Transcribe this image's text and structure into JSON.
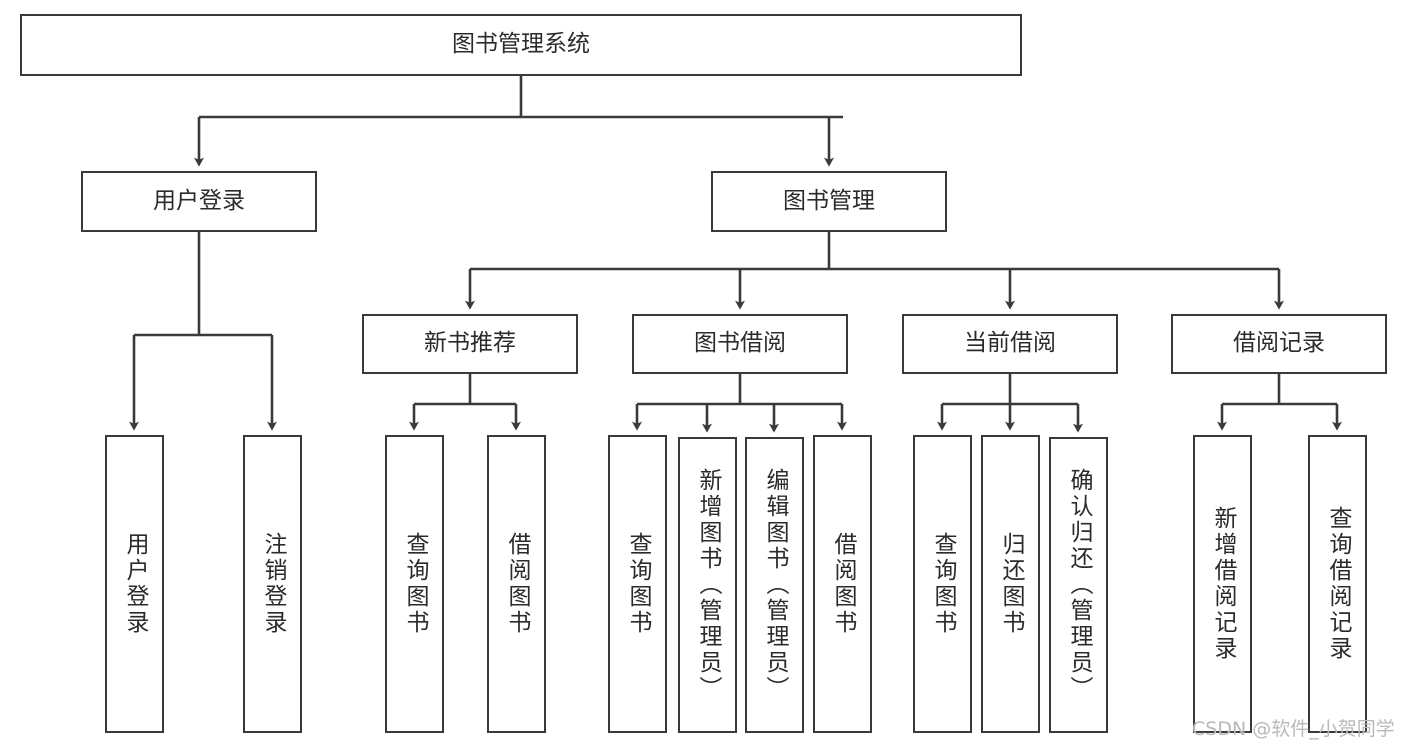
{
  "diagram": {
    "title": "图书管理系统",
    "watermark": "CSDN @软件_小贺同学",
    "line_color": "#3a3a3a",
    "box_fill": "#ffffff",
    "text_color": "#2b2b2b",
    "watermark_color": "#b9b9b9"
  },
  "nodes": {
    "root": {
      "label": "图书管理系统",
      "level": 1,
      "orientation": "horizontal"
    },
    "user_login": {
      "label": "用户登录",
      "level": 2,
      "orientation": "horizontal"
    },
    "book_manage": {
      "label": "图书管理",
      "level": 2,
      "orientation": "horizontal"
    },
    "new_book_rec": {
      "label": "新书推荐",
      "level": 3,
      "orientation": "horizontal"
    },
    "book_borrow": {
      "label": "图书借阅",
      "level": 3,
      "orientation": "horizontal"
    },
    "current_borrow": {
      "label": "当前借阅",
      "level": 3,
      "orientation": "horizontal"
    },
    "borrow_record": {
      "label": "借阅记录",
      "level": 3,
      "orientation": "horizontal"
    },
    "leaf_user_login": {
      "label": "用户登录",
      "level": 4,
      "orientation": "vertical"
    },
    "leaf_logout": {
      "label": "注销登录",
      "level": 4,
      "orientation": "vertical"
    },
    "leaf_query_book_1": {
      "label": "查询图书",
      "level": 4,
      "orientation": "vertical"
    },
    "leaf_borrow_book_1": {
      "label": "借阅图书",
      "level": 4,
      "orientation": "vertical"
    },
    "leaf_query_book_2": {
      "label": "查询图书",
      "level": 4,
      "orientation": "vertical"
    },
    "leaf_add_book": {
      "label": "新增图书（管理员）",
      "level": 4,
      "orientation": "vertical"
    },
    "leaf_edit_book": {
      "label": "编辑图书（管理员）",
      "level": 4,
      "orientation": "vertical"
    },
    "leaf_borrow_book_2": {
      "label": "借阅图书",
      "level": 4,
      "orientation": "vertical"
    },
    "leaf_query_book_3": {
      "label": "查询图书",
      "level": 4,
      "orientation": "vertical"
    },
    "leaf_return_book": {
      "label": "归还图书",
      "level": 4,
      "orientation": "vertical"
    },
    "leaf_confirm_return": {
      "label": "确认归还（管理员）",
      "level": 4,
      "orientation": "vertical"
    },
    "leaf_add_record": {
      "label": "新增借阅记录",
      "level": 4,
      "orientation": "vertical"
    },
    "leaf_query_record": {
      "label": "查询借阅记录",
      "level": 4,
      "orientation": "vertical"
    }
  }
}
